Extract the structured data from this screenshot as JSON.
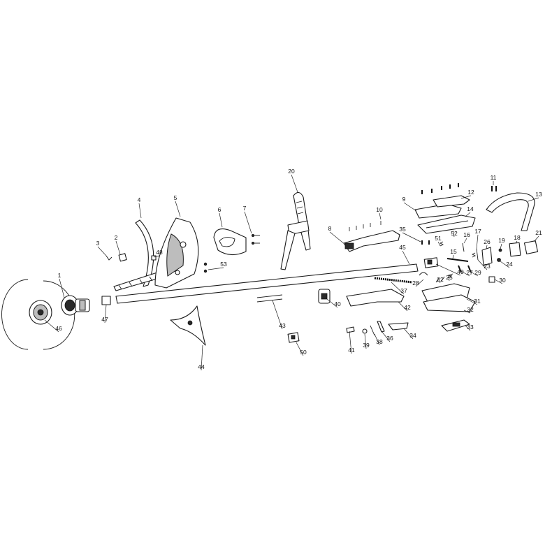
{
  "labels": [
    "1",
    "2",
    "3",
    "4",
    "5",
    "6",
    "7",
    "8",
    "9",
    "10",
    "11",
    "12",
    "13",
    "14",
    "15",
    "16",
    "17",
    "18",
    "19",
    "20",
    "21",
    "22",
    "23",
    "24",
    "25",
    "26",
    "27",
    "28",
    "29",
    "30",
    "31",
    "32",
    "33",
    "34",
    "35",
    "36",
    "37",
    "38",
    "39",
    "40",
    "41",
    "42",
    "43",
    "44",
    "45",
    "46",
    "47",
    "48",
    "49",
    "50",
    "51",
    "52",
    "53"
  ]
}
